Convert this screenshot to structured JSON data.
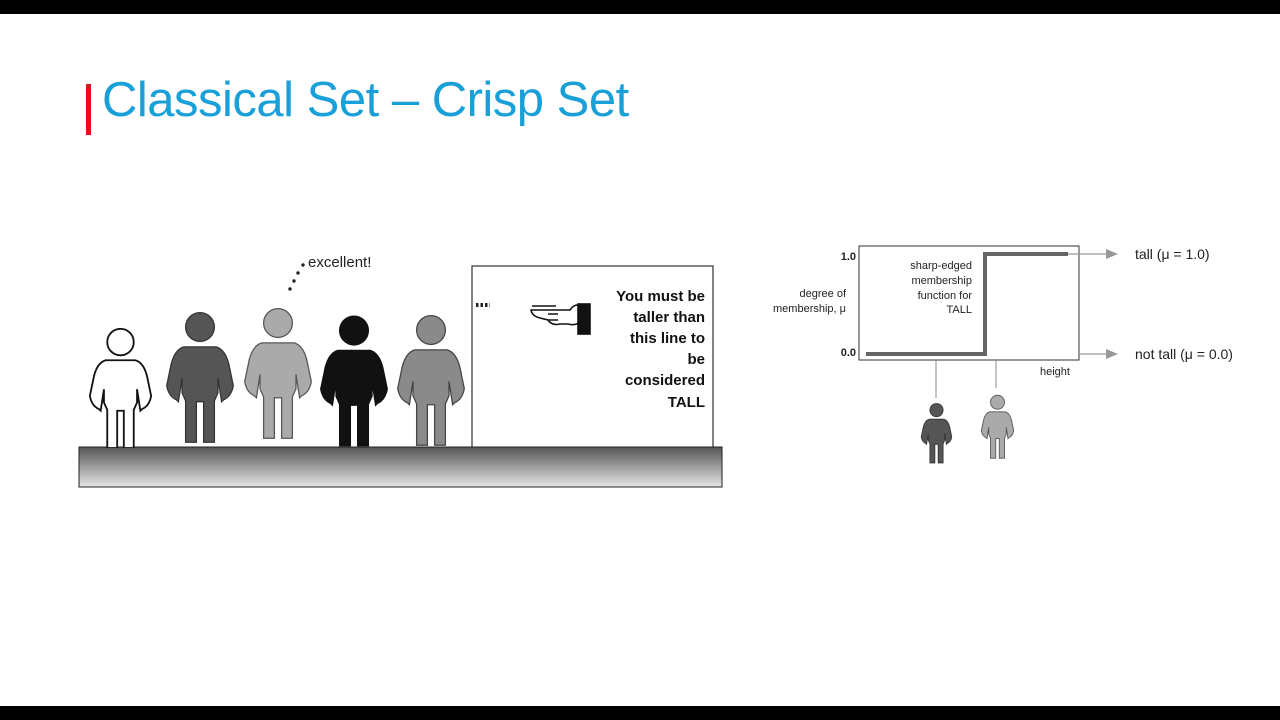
{
  "slide": {
    "title": "Classical Set – Crisp Set"
  },
  "left_panel": {
    "speech": "excellent!",
    "sign_lines": [
      "You must be",
      "taller than",
      "this line to",
      "be",
      "considered",
      "TALL"
    ],
    "people_colors": [
      "#ffffff",
      "#555555",
      "#aaaaaa",
      "#111111",
      "#8a8a8a"
    ]
  },
  "membership_diagram": {
    "y_top_label": "1.0",
    "y_bottom_label": "0.0",
    "y_axis_label_lines": [
      "degree of",
      "membership, μ"
    ],
    "x_axis_label": "height",
    "annotation_lines": [
      "sharp-edged",
      "membership",
      "function for",
      "TALL"
    ],
    "out_top_label": "tall (μ = 1.0)",
    "out_bottom_label": "not tall (μ = 0.0)",
    "line_color": "#666666"
  }
}
